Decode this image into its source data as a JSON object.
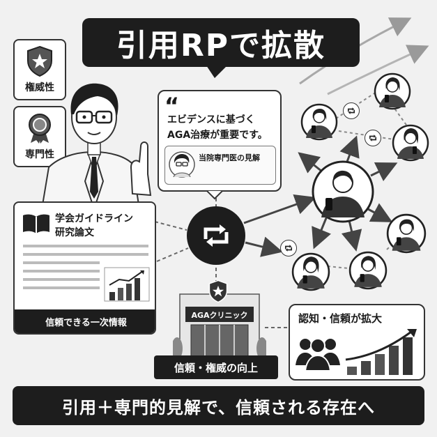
{
  "title": "引用RPで拡散",
  "badges": {
    "authority": "権威性",
    "expertise": "専門性"
  },
  "quote_card": {
    "mark": "“",
    "line1": "エビデンスに基づく",
    "line2": "AGA治療が重要です。",
    "expert_label": "当院専門医の見解"
  },
  "doc_card": {
    "line1": "学会ガイドライン",
    "line2": "研究論文",
    "footer": "信頼できる一次情報"
  },
  "clinic": {
    "sign": "AGAクリニック",
    "caption": "信頼・権威の向上"
  },
  "awareness": {
    "title": "認知・信頼が拡大"
  },
  "bottom_banner": "引用＋専門的見解で、信頼される存在へ",
  "colors": {
    "dark": "#1d1d1d",
    "background": "#f1f1f1",
    "card": "#ffffff"
  }
}
